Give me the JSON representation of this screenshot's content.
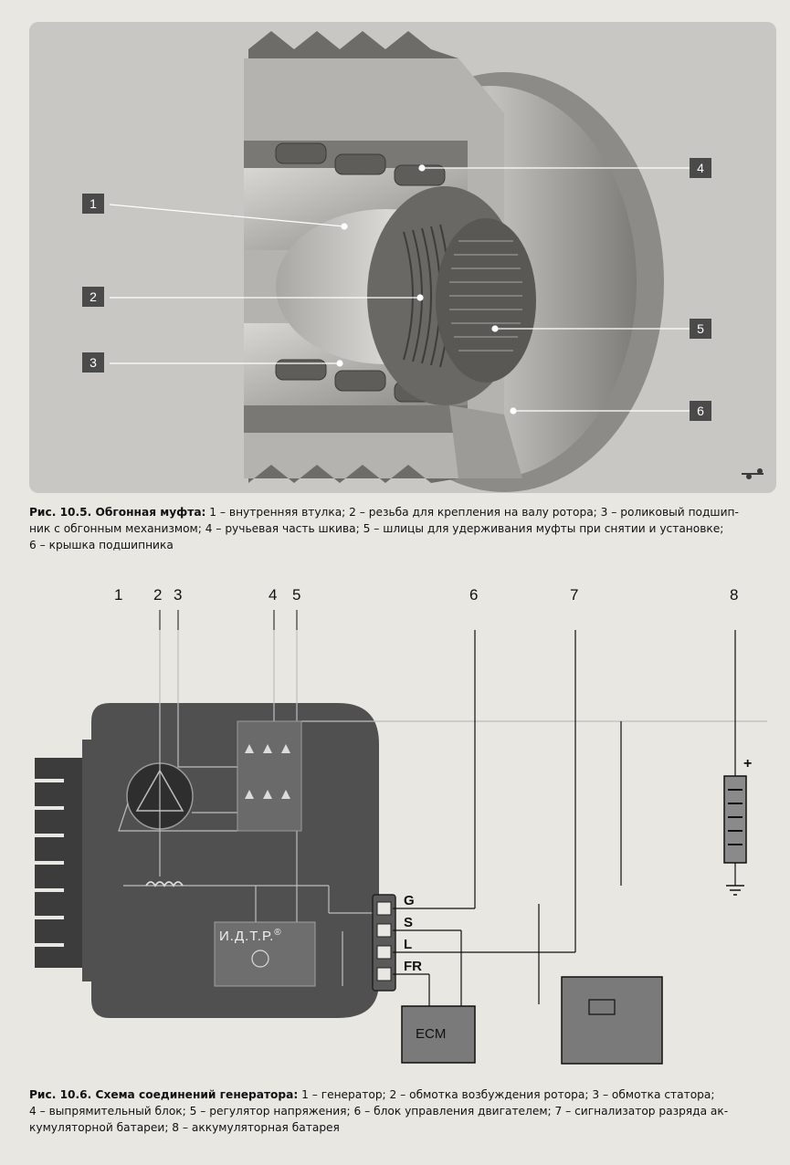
{
  "figure1": {
    "callouts": [
      "1",
      "2",
      "3",
      "4",
      "5",
      "6"
    ],
    "caption_title": "Рис. 10.5. Обгонная муфта:",
    "caption_lines": [
      " 1 – внутренняя втулка; 2 – резьба для крепления на валу ротора; 3 – роликовый подшип-",
      "ник с обгонным механизмом; 4 – ручьевая часть шкива; 5 – шлицы для удерживания муфты при снятии и установке;",
      "6 – крышка подшипника"
    ]
  },
  "figure2": {
    "numbers": [
      "1",
      "2",
      "3",
      "4",
      "5",
      "6",
      "7",
      "8"
    ],
    "regulator_label": "И.Д.Т.Р.",
    "registered_mark": "®",
    "connector_pins": [
      "G",
      "S",
      "L",
      "FR"
    ],
    "ecm_label": "ECM",
    "battery_plus": "+",
    "caption_title": "Рис. 10.6. Схема соединений генератора:",
    "caption_lines": [
      " 1 – генератор; 2 – обмотка возбуждения ротора; 3 – обмотка статора;",
      "4 – выпрямительный блок; 5 – регулятор напряжения; 6 – блок управления двигателем; 7 – сигнализатор разряда ак-",
      "кумуляторной батареи; 8 – аккумуляторная батарея"
    ]
  },
  "colors": {
    "fig1_background": "#c9c7c3",
    "generator_body": "#505050",
    "callout_box": "#4a4a4a"
  }
}
